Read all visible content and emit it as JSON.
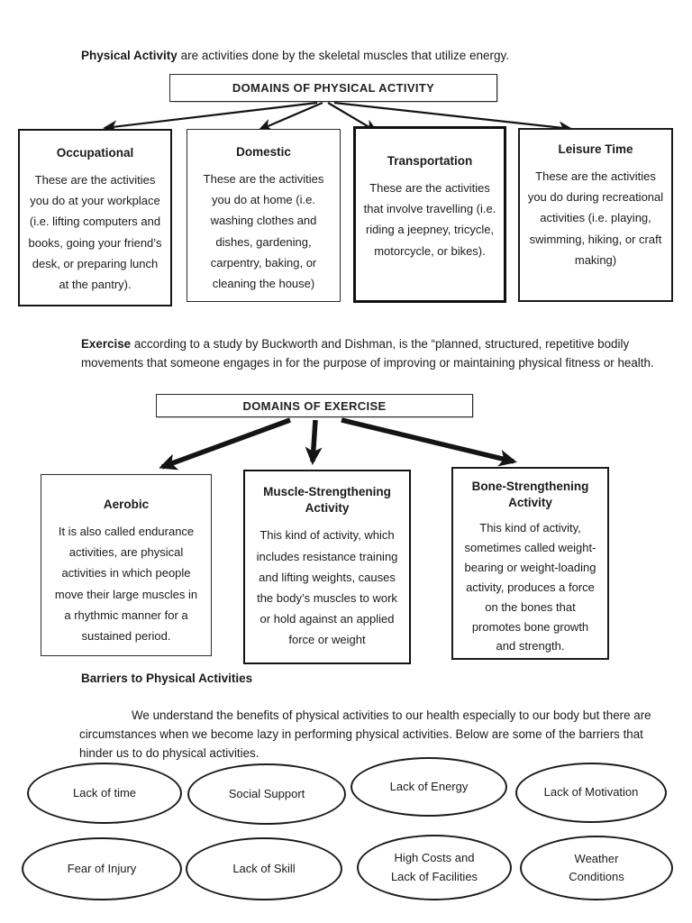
{
  "intro": {
    "term": "Physical Activity",
    "rest": " are activities done by the skeletal muscles that utilize energy."
  },
  "physical_activity": {
    "title": "DOMAINS OF PHYSICAL ACTIVITY",
    "domains": [
      {
        "heading": "Occupational",
        "body": "These are the activities\nyou do at your workplace\n(i.e. lifting computers and\nbooks, going your friend’s\ndesk, or preparing lunch\nat the pantry)."
      },
      {
        "heading": "Domestic",
        "body": "These are the activities\nyou do at home (i.e.\nwashing clothes and\ndishes, gardening,\ncarpentry, baking, or\ncleaning the house)"
      },
      {
        "heading": "Transportation",
        "body": "These are the activities\nthat involve travelling (i.e.\nriding a jeepney, tricycle,\nmotorcycle, or bikes)."
      },
      {
        "heading": "Leisure Time",
        "body": "These are the activities\nyou do during recreational\nactivities (i.e. playing,\nswimming, hiking, or craft\nmaking)"
      }
    ]
  },
  "exercise": {
    "term": "Exercise",
    "rest": " according to a study by Buckworth and Dishman, is the “planned, structured, repetitive bodily movements that someone engages in for the purpose of improving or maintaining physical fitness or health.",
    "title": "DOMAINS OF EXERCISE",
    "domains": [
      {
        "heading": "Aerobic",
        "body": "It is also called endurance\nactivities, are physical\nactivities in which people\nmove their large muscles in\na rhythmic manner for a\nsustained period."
      },
      {
        "heading": "Muscle-Strengthening\nActivity",
        "body": "This kind of activity, which\nincludes resistance training\nand lifting weights, causes\nthe body’s muscles to work\nor hold against an applied\nforce or weight"
      },
      {
        "heading": "Bone-Strengthening\nActivity",
        "body": "This kind of activity,\nsometimes called weight-\nbearing or weight-loading\nactivity, produces a force\non the bones that\npromotes bone growth\nand strength."
      }
    ]
  },
  "barriers": {
    "heading": "Barriers to Physical Activities",
    "paragraph": "We understand the benefits of physical activities to our health especially to our body but there are circumstances when we become lazy in performing physical activities. Below are some of the barriers that hinder us to do physical activities.",
    "row1": [
      "Lack of time",
      "Social Support",
      "Lack of Energy",
      "Lack of Motivation"
    ],
    "row2": [
      "Fear of Injury",
      "Lack of Skill",
      "High Costs and\nLack of Facilities",
      "Weather\nConditions"
    ]
  },
  "colors": {
    "ink": "#1a1a1a",
    "page_bg": "#ffffff"
  }
}
